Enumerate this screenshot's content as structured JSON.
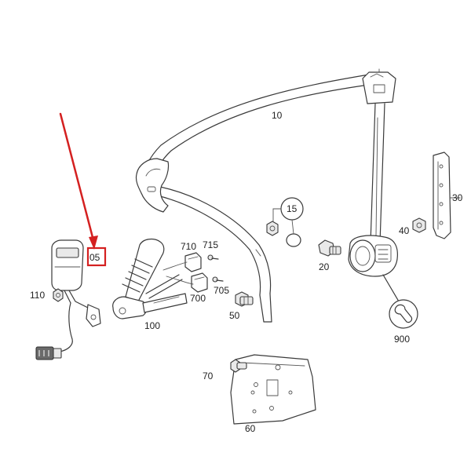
{
  "colors": {
    "line": "#3a3a3a",
    "highlight": "#d42020",
    "background": "#ffffff"
  },
  "parts": {
    "p10": "10",
    "p15": "15",
    "p20": "20",
    "p30": "30",
    "p40": "40",
    "p50": "50",
    "p60": "60",
    "p70": "70",
    "p100": "100",
    "p105": "05",
    "p110": "110",
    "p700": "700",
    "p705": "705",
    "p710": "710",
    "p715": "715",
    "p900": "900"
  }
}
